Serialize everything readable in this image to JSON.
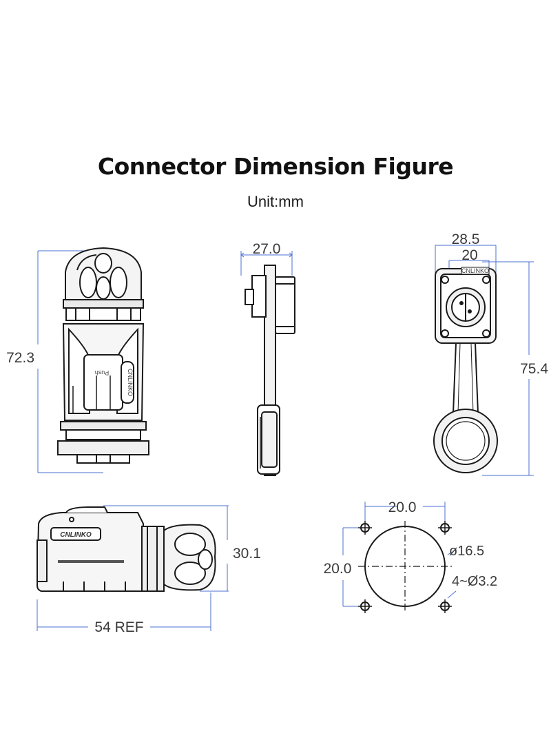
{
  "header": {
    "title": "Connector Dimension Figure",
    "unit": "Unit:mm"
  },
  "dimensions": {
    "front_height": "72.3",
    "side_width": "27.0",
    "panel_outer_width": "28.5",
    "panel_inner_width": "20",
    "panel_height": "75.4",
    "plug_height": "30.1",
    "plug_length": "54 REF",
    "cutout_width": "20.0",
    "cutout_height": "20.0",
    "cutout_diameter": "ø16.5",
    "mounting_holes": "4~Ø3.2"
  },
  "labels": {
    "brand": "CNLINKO",
    "push": "Push"
  },
  "colors": {
    "dimension_line": "#4a6fd0",
    "drawing_line": "#1a1a1a",
    "text": "#3a3a3a"
  }
}
